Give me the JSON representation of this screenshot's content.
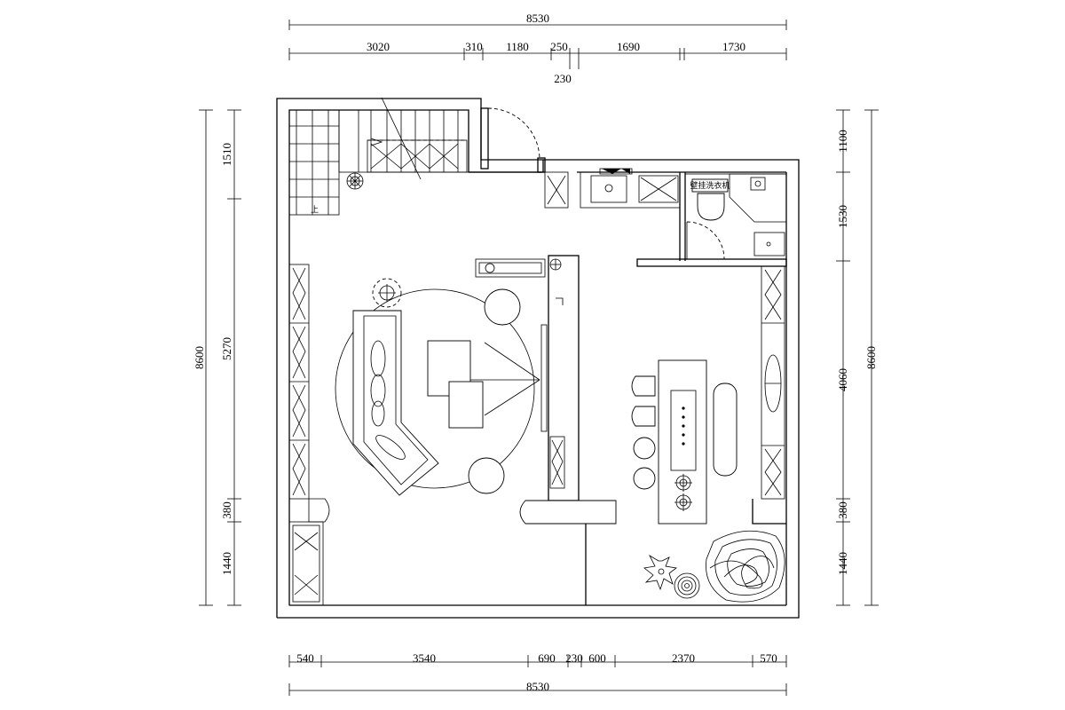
{
  "dimensions": {
    "top_total": "8530",
    "top_segments": [
      "3020",
      "310",
      "1180",
      "250",
      "1690",
      "1730"
    ],
    "top_extra": "230",
    "bottom_segments": [
      "540",
      "3540",
      "690",
      "230",
      "600",
      "2370",
      "570"
    ],
    "bottom_total": "8530",
    "left_total": "8600",
    "left_segments": [
      "1510",
      "5270",
      "380",
      "1440"
    ],
    "right_total": "8600",
    "right_segments": [
      "1100",
      "1530",
      "4060",
      "380",
      "1440"
    ]
  },
  "labels": {
    "stair_up": "上",
    "washer": "壁挂洗衣机"
  }
}
